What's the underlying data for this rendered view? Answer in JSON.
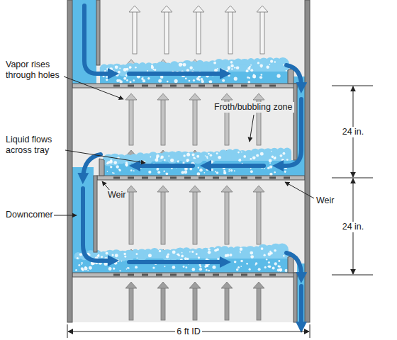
{
  "diagram": {
    "labels": [
      "Vapor rises through holes",
      "Froth/bubbling zone",
      "Liquid flows across tray",
      "Weir",
      "Weir",
      "Downcomer",
      "24 in.",
      "24 in.",
      "6 ft ID"
    ]
  }
}
